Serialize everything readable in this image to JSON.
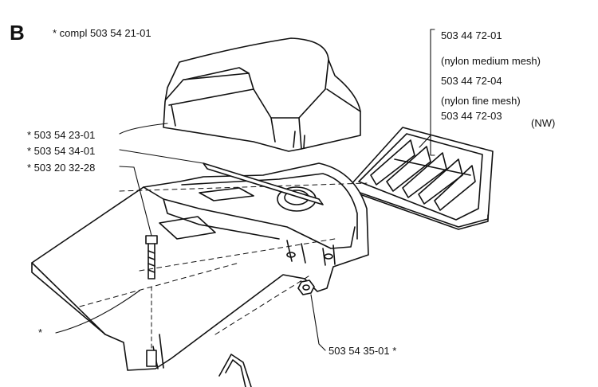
{
  "section_letter": "B",
  "assembly_note": "* compl 503 54 21-01",
  "labels": {
    "cover_top": "* 503 54 23-01",
    "seal_strip": "* 503 54 34-01",
    "screw": "* 503 20 32-28",
    "housing": "*",
    "nut": "503 54 35-01  *"
  },
  "filter_options": [
    {
      "part": "503 44 72-01",
      "note": "(nylon medium mesh)"
    },
    {
      "part": "503 44 72-04",
      "note": "(nylon fine mesh)"
    },
    {
      "part": "503 44 72-03",
      "note": "(NW)"
    }
  ]
}
